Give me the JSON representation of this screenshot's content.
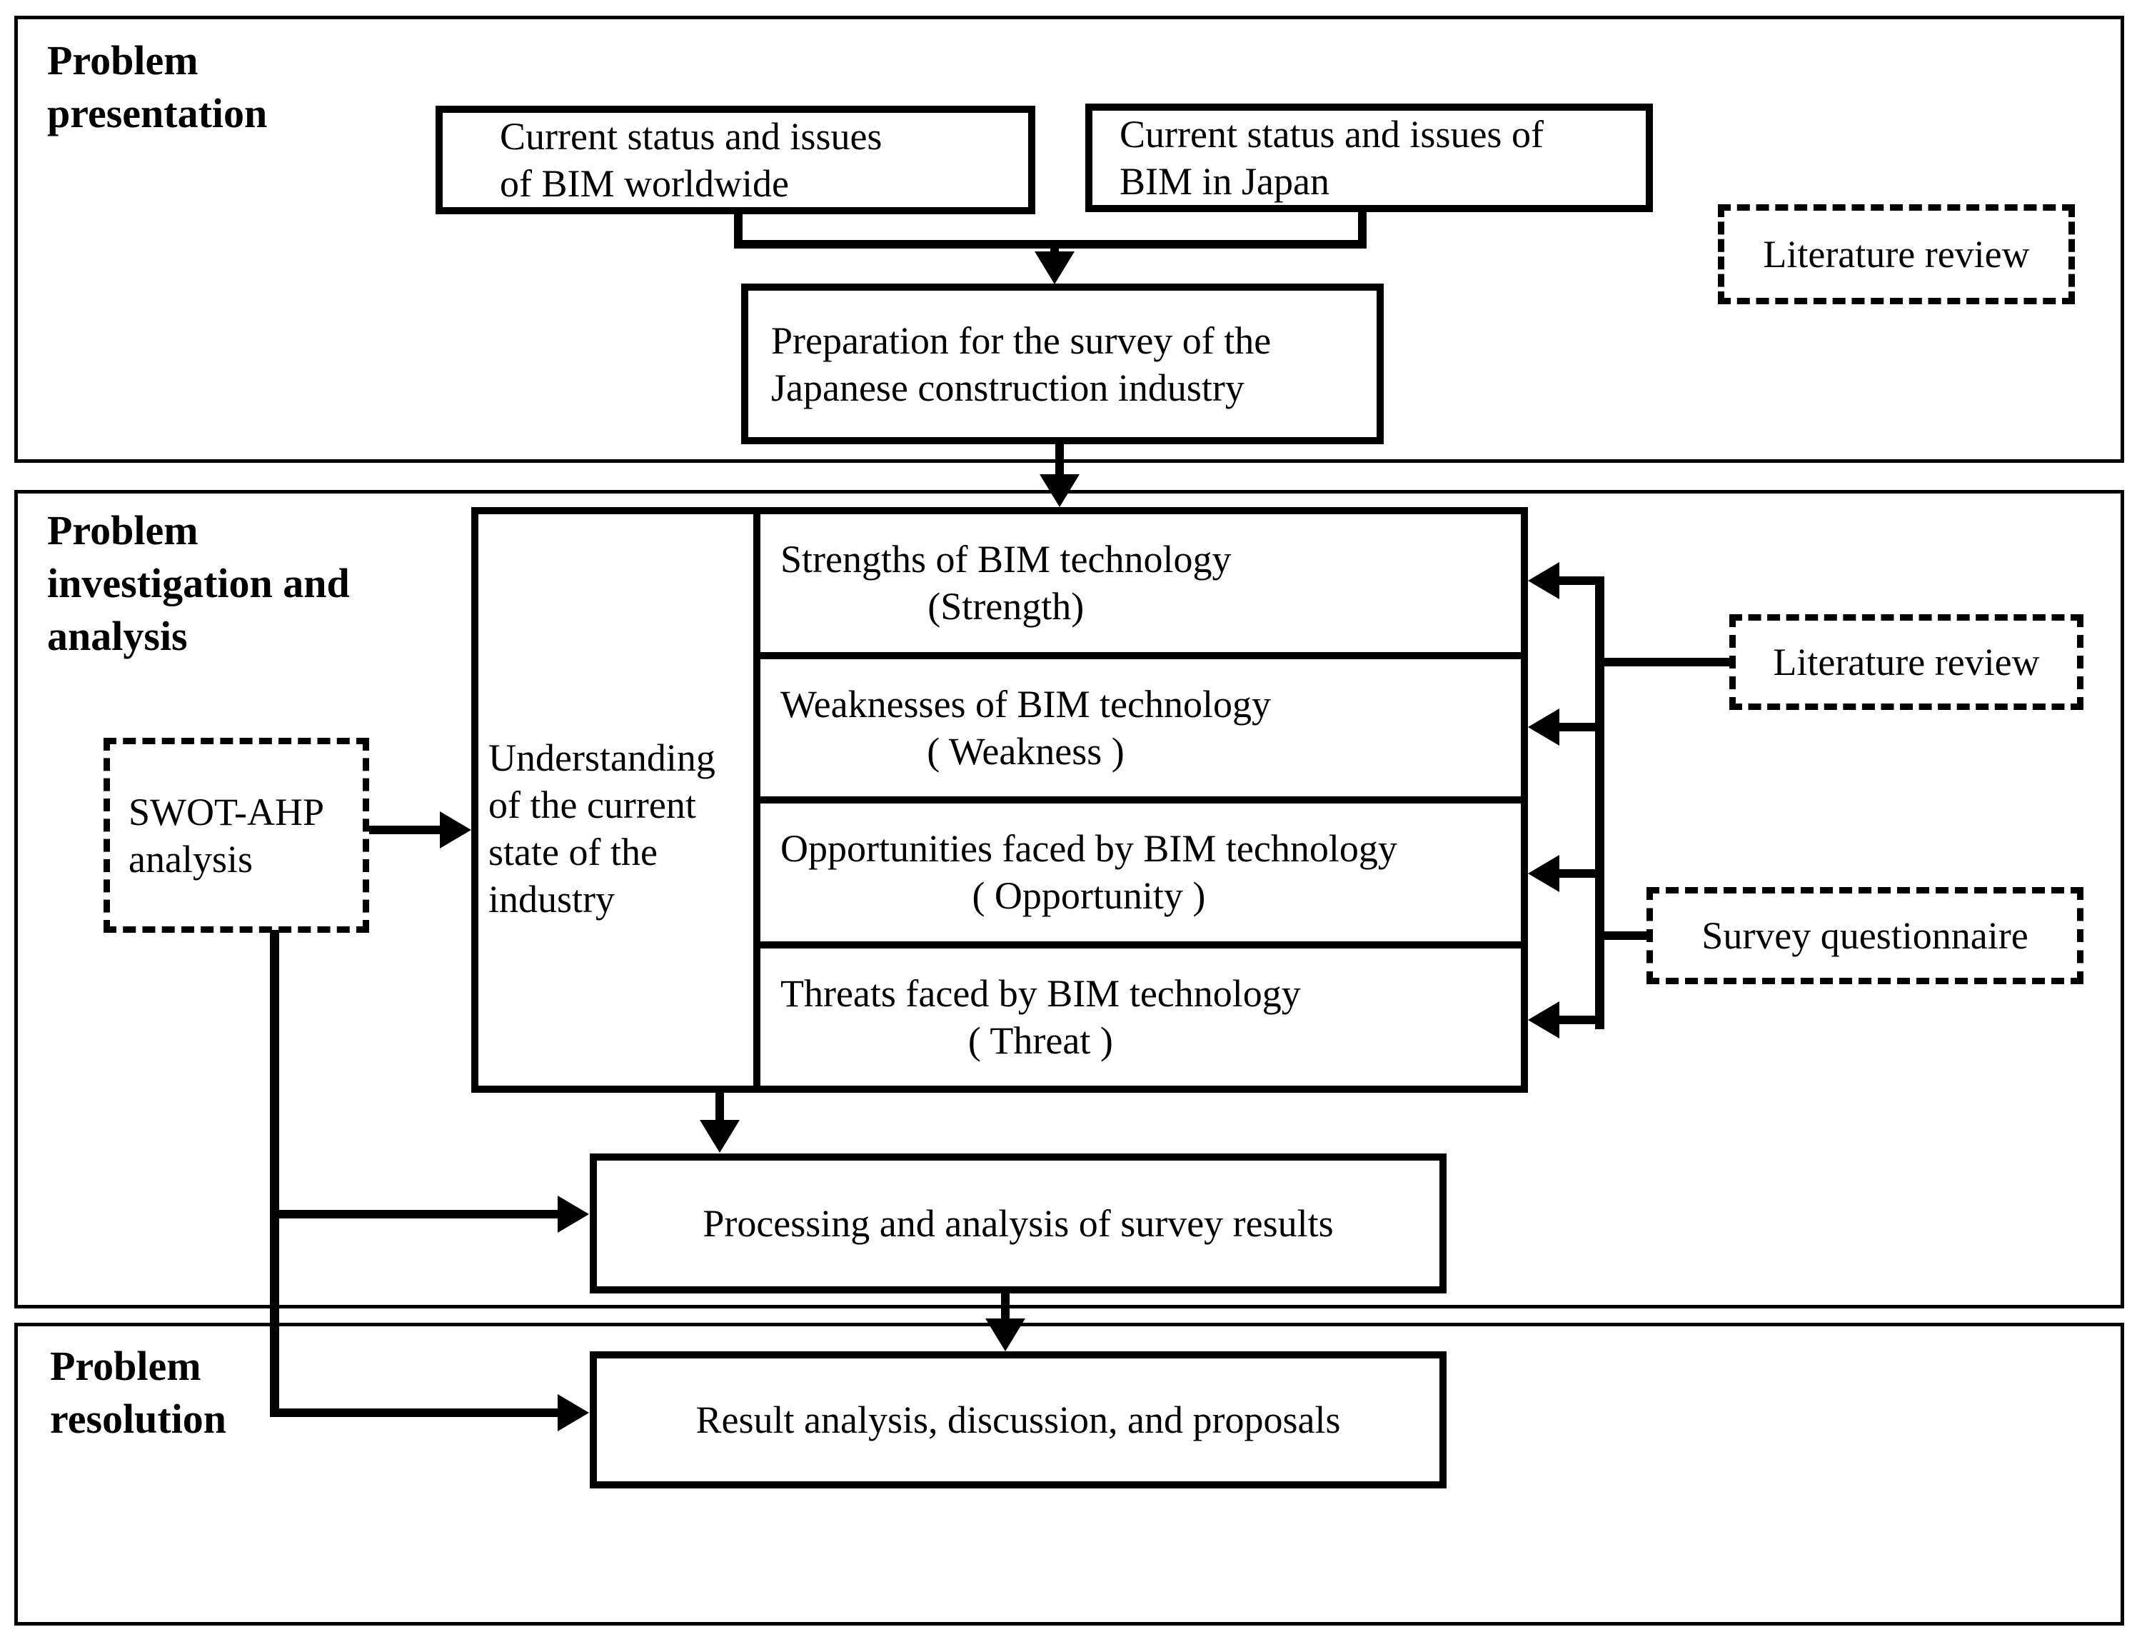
{
  "figure": {
    "background_color": "#ffffff",
    "line_color": "#000000"
  },
  "sections": {
    "presentation": {
      "label_line1": "Problem",
      "label_line2": "presentation"
    },
    "investigation": {
      "label_line1": "Problem",
      "label_line2": "investigation and",
      "label_line3": "analysis"
    },
    "resolution": {
      "label_line1": "Problem",
      "label_line2": "resolution"
    }
  },
  "nodes": {
    "bim_worldwide": {
      "line1": "Current status and issues",
      "line2": "of BIM worldwide"
    },
    "bim_japan": {
      "line1": "Current status and issues of",
      "line2": "BIM in Japan"
    },
    "literature_review_top": {
      "label": "Literature review"
    },
    "preparation": {
      "line1": "Preparation for the survey of the",
      "line2": "Japanese construction industry"
    },
    "swot_ahp": {
      "line1": "SWOT-AHP",
      "line2": "analysis"
    },
    "understanding": {
      "line1": "Understanding",
      "line2": "of the current",
      "line3": "state of the",
      "line4": "industry"
    },
    "strength": {
      "line1": "Strengths of BIM technology",
      "line2": "(Strength)"
    },
    "weakness": {
      "line1": "Weaknesses of BIM technology",
      "line2": "( Weakness )"
    },
    "opportunity": {
      "line1": "Opportunities faced by BIM technology",
      "line2": "( Opportunity )"
    },
    "threat": {
      "line1": "Threats faced by BIM technology",
      "line2": "( Threat )"
    },
    "literature_review_mid": {
      "label": "Literature review"
    },
    "survey_questionnaire": {
      "label": "Survey questionnaire"
    },
    "processing": {
      "label": "Processing and analysis of survey results"
    },
    "result": {
      "label": "Result analysis, discussion, and proposals"
    }
  }
}
